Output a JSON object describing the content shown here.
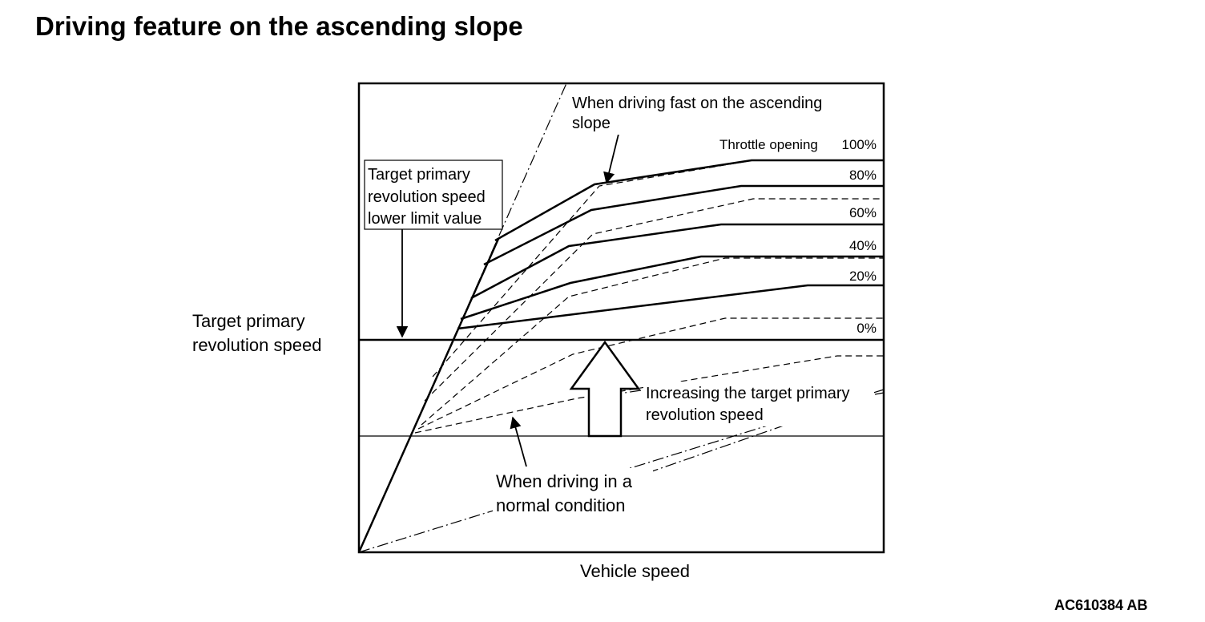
{
  "title": "Driving feature on the ascending slope",
  "y_axis_label_line1": "Target primary",
  "y_axis_label_line2": "revolution speed",
  "x_axis_label": "Vehicle speed",
  "figure_code": "AC610384 AB",
  "annotations": {
    "fast_slope_line1": "When driving fast on the ascending",
    "fast_slope_line2": "slope",
    "throttle_opening": "Throttle opening",
    "lower_limit_line1": "Target primary",
    "lower_limit_line2": "revolution speed",
    "lower_limit_line3": "lower limit value",
    "increasing_line1": "Increasing the target primary",
    "increasing_line2": "revolution speed",
    "normal_line1": "When driving in a",
    "normal_line2": "normal condition"
  },
  "throttle_levels": [
    "100%",
    "80%",
    "60%",
    "40%",
    "20%",
    "0%"
  ]
}
